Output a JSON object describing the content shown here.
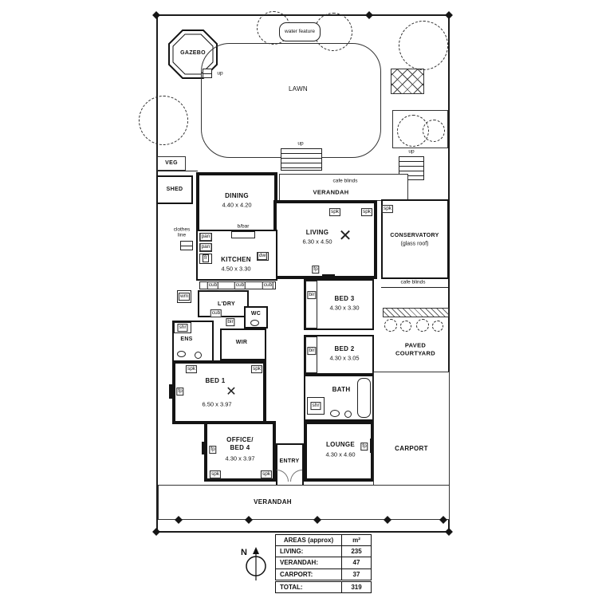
{
  "site": {
    "gazebo": "GAZEBO",
    "up": "up",
    "water_feature": "water feature",
    "lawn": "LAWN",
    "veg": "VEG",
    "shed": "SHED",
    "clothes_line": "clothes line"
  },
  "rooms": {
    "dining": {
      "name": "DINING",
      "dims": "4.40 x 4.20"
    },
    "verandah_top": {
      "name": "VERANDAH"
    },
    "cafe_blinds": "cafe blinds",
    "conservatory": {
      "name": "CONSERVATORY",
      "sub": "(glass roof)"
    },
    "living": {
      "name": "LIVING",
      "dims": "6.30 x 4.50"
    },
    "kitchen": {
      "name": "KITCHEN",
      "dims": "4.50 x 3.30"
    },
    "bbar": "b/bar",
    "ldry": {
      "name": "L'DRY"
    },
    "wc": {
      "name": "WC"
    },
    "wir": {
      "name": "WIR"
    },
    "ens": {
      "name": "ENS"
    },
    "bed1": {
      "name": "BED 1",
      "dims": "6.50 x 3.97"
    },
    "bed2": {
      "name": "BED 2",
      "dims": "4.30 x 3.05"
    },
    "bed3": {
      "name": "BED 3",
      "dims": "4.30 x 3.30"
    },
    "bath": {
      "name": "BATH"
    },
    "lounge": {
      "name": "LOUNGE",
      "dims": "4.30 x 4.60"
    },
    "office": {
      "name": "OFFICE/",
      "name2": "BED 4",
      "dims": "4.30 x 3.97"
    },
    "entry": {
      "name": "ENTRY"
    },
    "verandah_bottom": {
      "name": "VERANDAH"
    },
    "paved_courtyard": {
      "line1": "PAVED",
      "line2": "COURTYARD"
    },
    "carport": {
      "name": "CARPORT"
    }
  },
  "fixtures": {
    "spk": "spk",
    "fp": "fp",
    "bir": "bir",
    "cub": "cub",
    "pan": "pan",
    "fr": "fr",
    "dw": "dw",
    "wm": "wm",
    "shr": "shr"
  },
  "icons": {
    "ceiling_fan": "✕"
  },
  "compass": {
    "label": "N"
  },
  "areas_table": {
    "header": {
      "label": "AREAS (approx)",
      "unit": "m²"
    },
    "rows": [
      {
        "label": "LIVING:",
        "value": "235"
      },
      {
        "label": "VERANDAH:",
        "value": "47"
      },
      {
        "label": "CARPORT:",
        "value": "37"
      },
      {
        "label": "TOTAL:",
        "value": "319"
      }
    ]
  }
}
